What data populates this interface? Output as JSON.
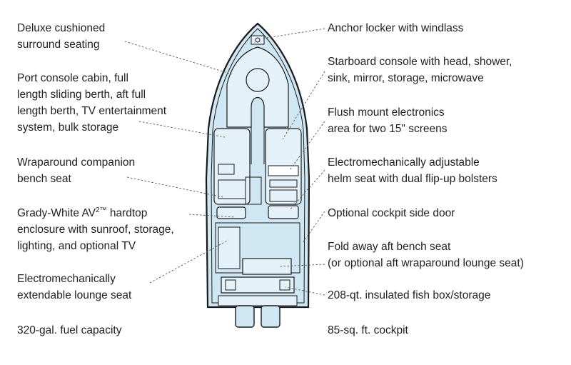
{
  "labels_left": [
    {
      "lines": [
        "Deluxe cushioned",
        "surround seating"
      ]
    },
    {
      "lines": [
        "Port console cabin, full",
        "length sliding berth, aft full",
        "length berth, TV entertainment",
        "system, bulk storage"
      ]
    },
    {
      "lines": [
        "Wraparound companion",
        "bench seat"
      ]
    },
    {
      "lines": [
        "Grady-White AV",
        "enclosure with sunroof, storage,",
        "lighting, and optional TV"
      ],
      "sup": "2™",
      "after_sup": " hardtop"
    },
    {
      "lines": [
        "Electromechanically",
        "extendable lounge seat"
      ]
    },
    {
      "lines": [
        "320-gal. fuel capacity"
      ]
    }
  ],
  "labels_right": [
    {
      "lines": [
        "Anchor locker with windlass"
      ]
    },
    {
      "lines": [
        "Starboard console with head, shower,",
        "sink, mirror, storage, microwave"
      ]
    },
    {
      "lines": [
        "Flush mount electronics",
        "area for two 15\" screens"
      ]
    },
    {
      "lines": [
        "Electromechanically adjustable",
        "helm seat with dual flip-up bolsters"
      ]
    },
    {
      "lines": [
        "Optional cockpit side door"
      ]
    },
    {
      "lines": [
        "Fold away aft bench seat",
        "(or optional aft wraparound lounge seat)"
      ]
    },
    {
      "lines": [
        "208-qt. insulated fish box/storage"
      ]
    },
    {
      "lines": [
        "85-sq. ft. cockpit"
      ]
    }
  ],
  "colors": {
    "hull_fill": "#cfe6f3",
    "hull_stroke": "#1a1a1a",
    "leader": "#555555",
    "text": "#222222"
  }
}
